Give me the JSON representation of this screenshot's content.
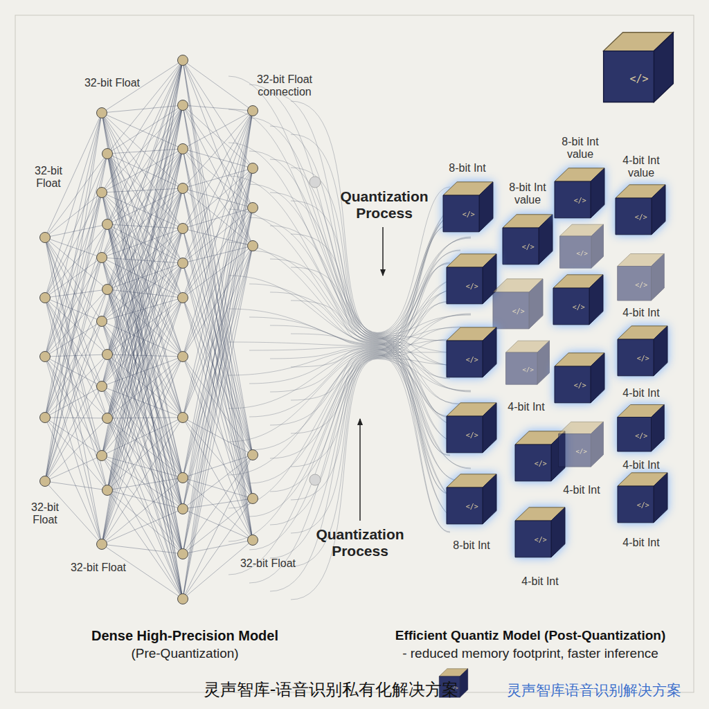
{
  "diagram": {
    "nodes": [
      {
        "text": [
          "</>"
        ]
      },
      {
        "text": [
          "</>"
        ]
      },
      {
        "text": [
          "</>"
        ]
      },
      {
        "text": [
          "</>"
        ]
      },
      {
        "text": [
          "</>"
        ]
      },
      {
        "text": [
          "</>"
        ]
      },
      {
        "text": [
          "</>"
        ]
      },
      {
        "text": [
          "</>"
        ]
      },
      {
        "text": [
          "</>"
        ]
      },
      {
        "text": [
          "</>"
        ]
      },
      {
        "text": [
          "</>"
        ]
      },
      {
        "text": [
          "</>"
        ]
      },
      {
        "text": [
          "</>"
        ]
      },
      {
        "text": [
          "</>"
        ]
      },
      {
        "text": [
          "</>"
        ]
      },
      {
        "text": [
          "</>"
        ]
      },
      {
        "text": [
          "</>"
        ]
      },
      {
        "text": [
          "</>"
        ]
      },
      {
        "text": [
          "</>"
        ]
      },
      {
        "text": [
          "</>"
        ]
      },
      {
        "text": [
          "</>"
        ]
      },
      {
        "text": [
          "</>"
        ]
      }
    ],
    "labels": [
      "32-bit Float",
      "32-bit Float connection",
      "32-bit Float",
      "Quantization Process",
      "8-bit Int",
      "8-bit Int value",
      "8-bit Int value",
      "4-bit Int value",
      "4-bit Int",
      "Quantization Process",
      "4-bit Int",
      "4-bit Int",
      "4-bit Int",
      "4-bit Int",
      "32-bit Float",
      "4-bit Int",
      "8-bit Int",
      "32-bit Float",
      "32-bit Float",
      "4-bit Int",
      "Dense High-Precision Model",
      "(Pre-Quantization)",
      "Efficient Quantiz Model (Post-Quantization)",
      "- reduced memory footprint, faster inference",
      "灵声智库-语音识别私有化解决方案",
      "灵声智库语音识别解决方案"
    ]
  }
}
